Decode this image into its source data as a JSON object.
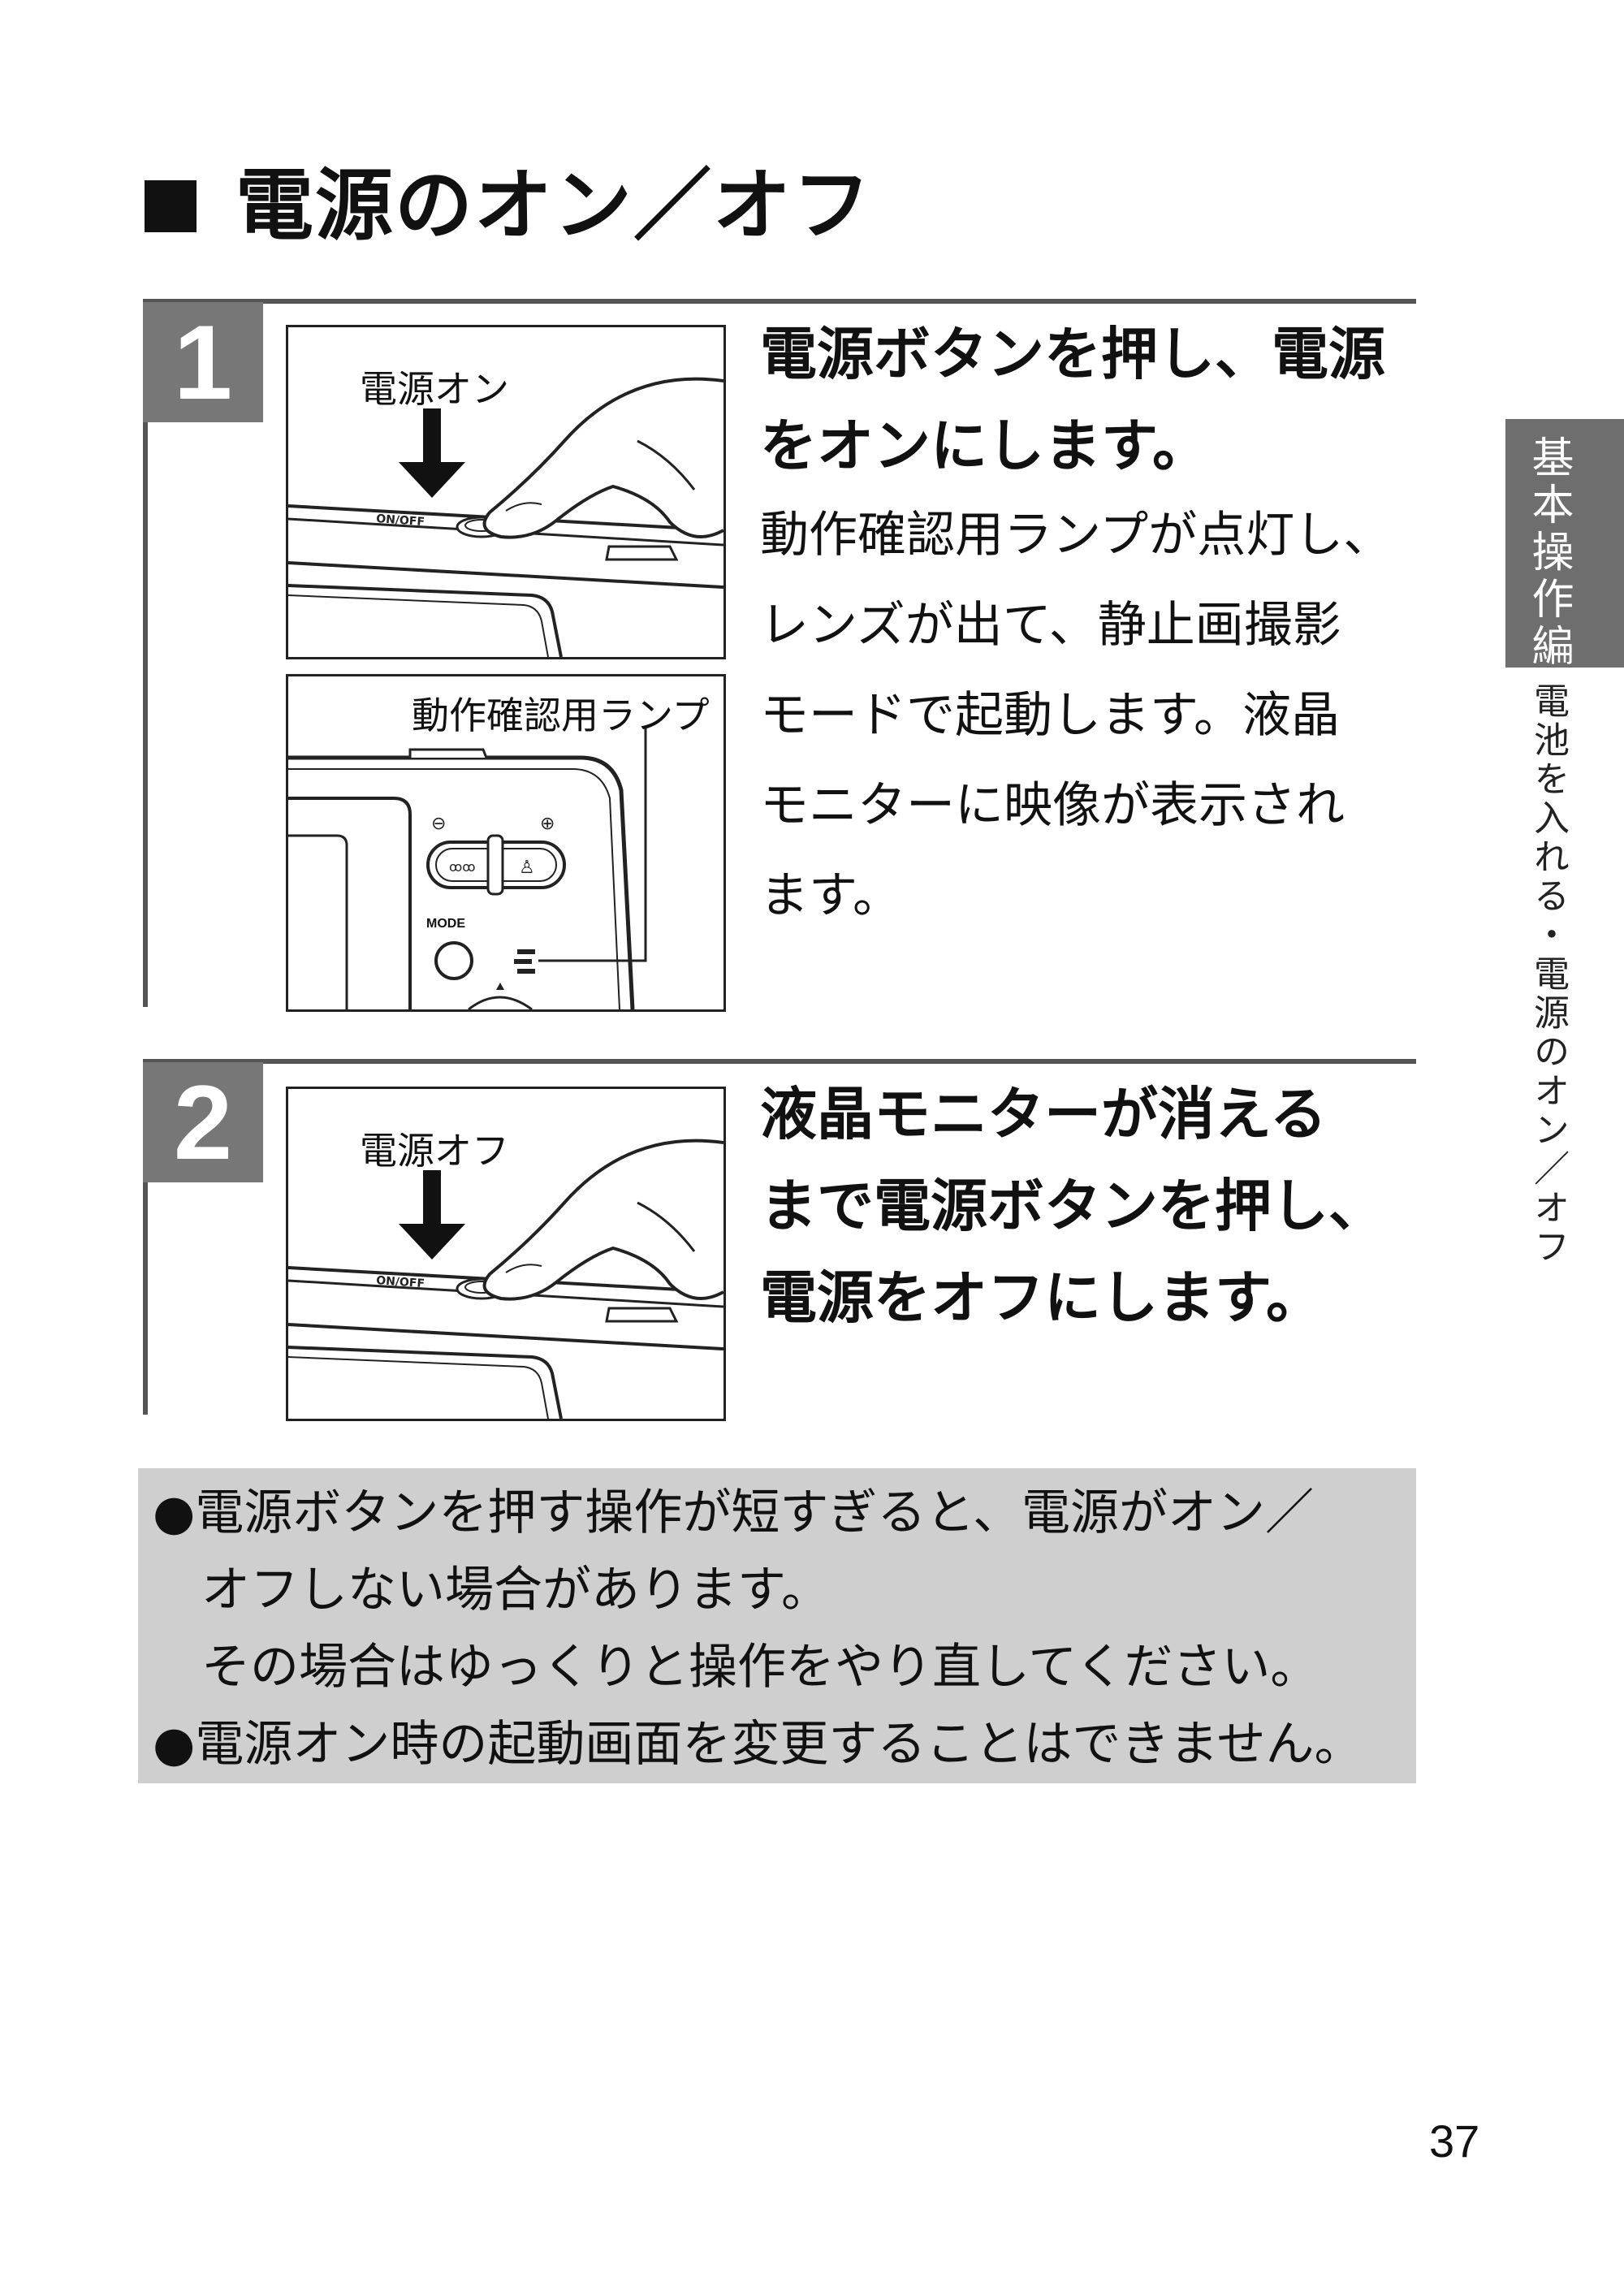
{
  "title": "電源のオン／オフ",
  "steps": [
    {
      "number": "1",
      "illus_top_label": "電源オン",
      "illus_bottom_label": "動作確認用ランプ",
      "camera_button_mode": "MODE",
      "heading": [
        "電源ボタンを押し、電源",
        "をオンにします。"
      ],
      "body": [
        "動作確認用ランプが点灯し、",
        "レンズが出て、静止画撮影",
        "モードで起動します。液晶",
        "モニターに映像が表示され",
        "ます。"
      ]
    },
    {
      "number": "2",
      "illus_top_label": "電源オフ",
      "heading": [
        "液晶モニターが消える",
        "まで電源ボタンを押し、",
        "電源をオフにします。"
      ]
    }
  ],
  "notes": [
    "●電源ボタンを押す操作が短すぎると、電源がオン／",
    "　オフしない場合があります。",
    "　その場合はゆっくりと操作をやり直してください。",
    "●電源オン時の起動画面を変更することはできません。"
  ],
  "side_tab": {
    "label": "基本操作編",
    "sub": "電池を入れる・電源のオン／オフ"
  },
  "page_number": "37"
}
